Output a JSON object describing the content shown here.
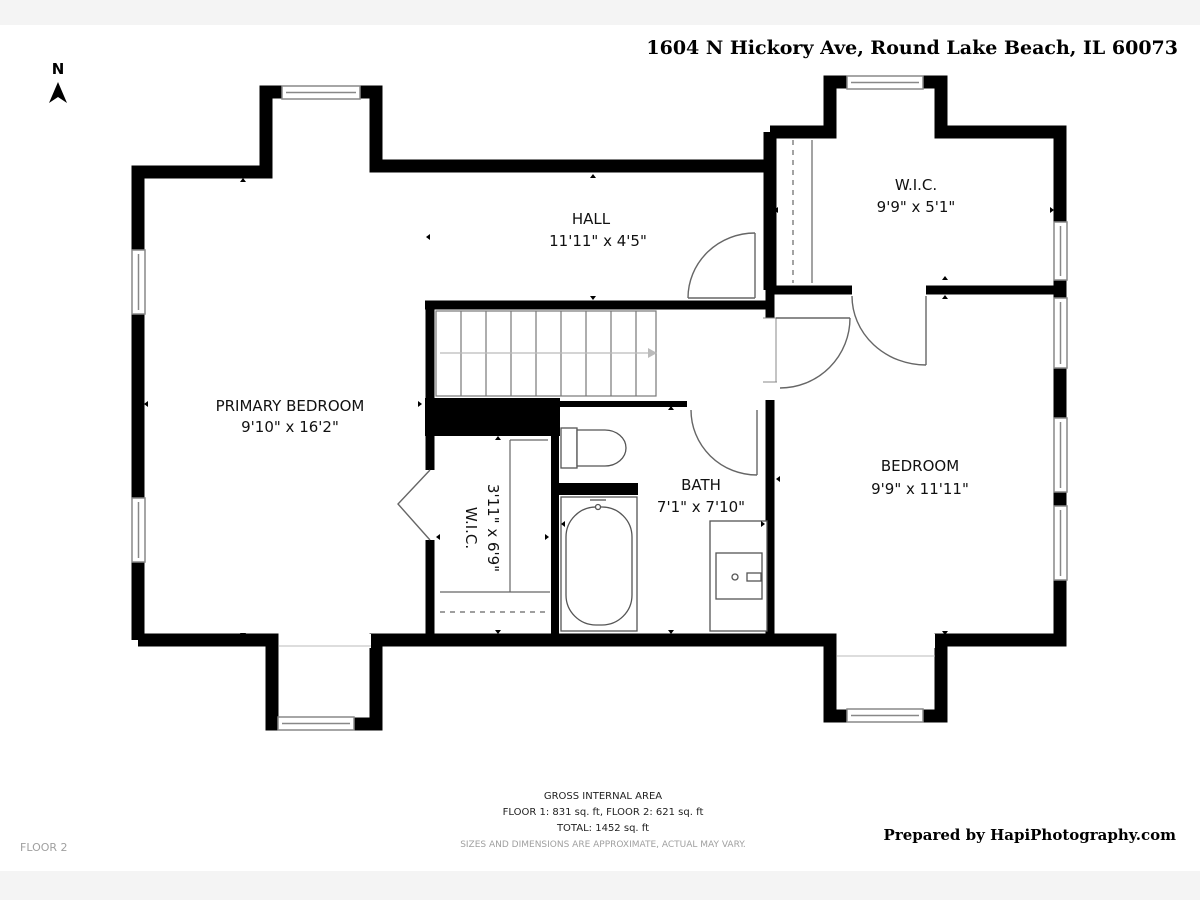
{
  "header": {
    "address": "1604 N Hickory Ave, Round Lake Beach, IL 60073"
  },
  "compass": {
    "label": "N",
    "icon": "north-arrow-icon"
  },
  "rooms": {
    "hall": {
      "name": "HALL",
      "dims": "11'11\" x 4'5\""
    },
    "wic_top": {
      "name": "W.I.C.",
      "dims": "9'9\" x 5'1\""
    },
    "primary": {
      "name": "PRIMARY BEDROOM",
      "dims": "9'10\" x 16'2\""
    },
    "wic_small": {
      "name": "W.I.C.",
      "dims": "3'11\" x 6'9\""
    },
    "bath": {
      "name": "BATH",
      "dims": "7'1\" x 7'10\""
    },
    "bedroom": {
      "name": "BEDROOM",
      "dims": "9'9\" x 11'11\""
    }
  },
  "footer": {
    "area_title": "GROSS INTERNAL AREA",
    "area_floors": "FLOOR 1: 831 sq. ft, FLOOR 2: 621 sq. ft",
    "area_total": "TOTAL: 1452 sq. ft",
    "disclaimer": "SIZES AND DIMENSIONS ARE APPROXIMATE, ACTUAL MAY VARY.",
    "floor_label": "FLOOR 2",
    "credit": "Prepared by HapiPhotography.com"
  },
  "colors": {
    "wall": "#000000",
    "fixture": "#555555",
    "window": "#999999",
    "muted_text": "#a0a0a0"
  }
}
